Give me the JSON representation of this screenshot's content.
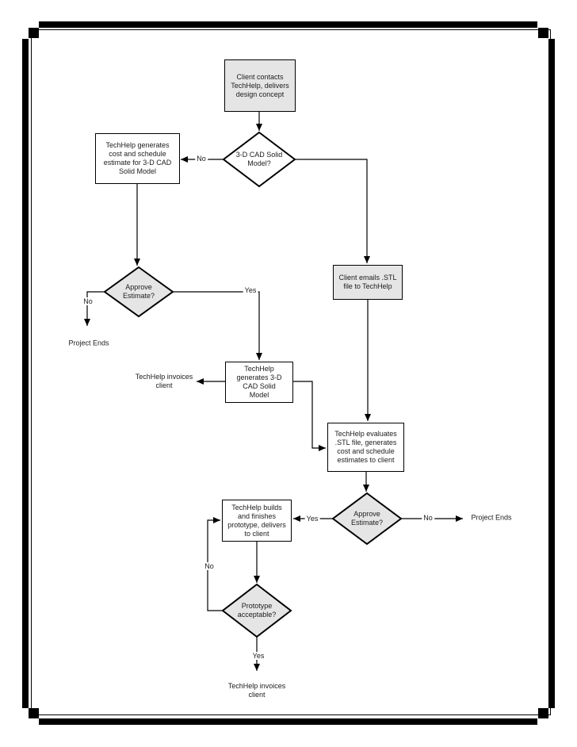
{
  "colors": {
    "shaded_fill": "#e5e5e5",
    "line": "#000000",
    "text": "#1c1c1c",
    "page_background": "#ffffff"
  },
  "flowchart": {
    "nodes": {
      "client_contacts": "Client contacts TechHelp, delivers design concept",
      "cad_question": "3-D CAD Solid Model?",
      "cost_estimate": "TechHelp generates cost and schedule estimate for 3-D CAD Solid Model",
      "approve_estimate_1": "Approve Estimate?",
      "generate_cad": "TechHelp generates 3-D CAD Solid Model",
      "client_emails_stl": "Client emails .STL file to TechHelp",
      "evaluate_stl": "TechHelp evaluates .STL file, generates cost and schedule estimates to client",
      "approve_estimate_2": "Approve Estimate?",
      "build_prototype": "TechHelp builds and finishes prototype, delivers to client",
      "prototype_acceptable": "Prototype acceptable?"
    },
    "terminals": {
      "invoices_client_left": "TechHelp invoices client",
      "project_ends_left": "Project Ends",
      "project_ends_right": "Project Ends",
      "invoices_client_bottom": "TechHelp invoices client"
    },
    "edge_labels": {
      "no_cad": "No",
      "yes_estimate1": "Yes",
      "no_estimate1": "No",
      "yes_estimate2": "Yes",
      "no_estimate2": "No",
      "no_prototype": "No",
      "yes_prototype": "Yes"
    }
  }
}
